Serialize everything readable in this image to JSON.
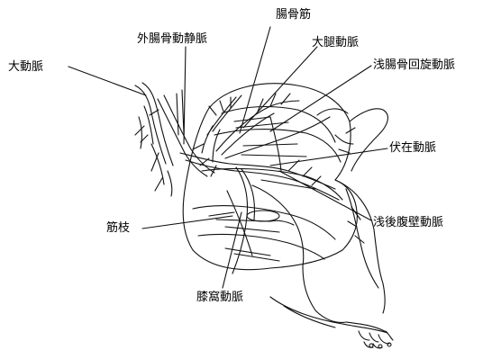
{
  "figure": {
    "labels": {
      "ilioinguinal_muscle": "腸骨筋",
      "external_iliac_artery": "外腸骨動静脈",
      "femoral_artery": "大腿動脈",
      "superficial_circumflex_iliac_artery": "浅腸骨回旋動脈",
      "aorta": "大動脈",
      "saphenous_artery": "伏在動脈",
      "muscular_branch": "筋枝",
      "superficial_epigastric_artery": "浅後腹壁動脈",
      "popliteal_artery": "膝窩動脈"
    }
  },
  "colors": {
    "line": "#111111",
    "background": "#ffffff"
  }
}
